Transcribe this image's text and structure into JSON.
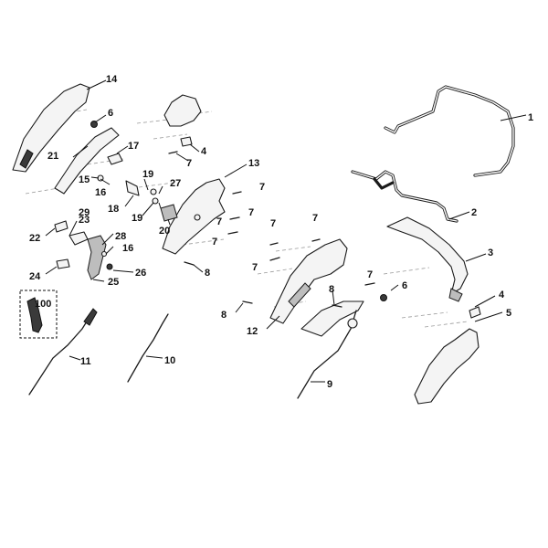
{
  "callouts": [
    {
      "id": "1",
      "label": "1"
    },
    {
      "id": "2",
      "label": "2"
    },
    {
      "id": "3",
      "label": "3"
    },
    {
      "id": "4a",
      "label": "4"
    },
    {
      "id": "4b",
      "label": "4"
    },
    {
      "id": "5",
      "label": "5"
    },
    {
      "id": "6a",
      "label": "6"
    },
    {
      "id": "6b",
      "label": "6"
    },
    {
      "id": "7a",
      "label": "7"
    },
    {
      "id": "7b",
      "label": "7"
    },
    {
      "id": "7c",
      "label": "7"
    },
    {
      "id": "7d",
      "label": "7"
    },
    {
      "id": "7e",
      "label": "7"
    },
    {
      "id": "7f",
      "label": "7"
    },
    {
      "id": "7g",
      "label": "7"
    },
    {
      "id": "7h",
      "label": "7"
    },
    {
      "id": "7i",
      "label": "7"
    },
    {
      "id": "8a",
      "label": "8"
    },
    {
      "id": "8b",
      "label": "8"
    },
    {
      "id": "8c",
      "label": "8"
    },
    {
      "id": "9",
      "label": "9"
    },
    {
      "id": "10",
      "label": "10"
    },
    {
      "id": "11",
      "label": "11"
    },
    {
      "id": "12",
      "label": "12"
    },
    {
      "id": "13",
      "label": "13"
    },
    {
      "id": "14",
      "label": "14"
    },
    {
      "id": "15",
      "label": "15"
    },
    {
      "id": "16a",
      "label": "16"
    },
    {
      "id": "16b",
      "label": "16"
    },
    {
      "id": "17",
      "label": "17"
    },
    {
      "id": "18",
      "label": "18"
    },
    {
      "id": "19a",
      "label": "19"
    },
    {
      "id": "19b",
      "label": "19"
    },
    {
      "id": "20",
      "label": "20"
    },
    {
      "id": "21",
      "label": "21"
    },
    {
      "id": "22",
      "label": "22"
    },
    {
      "id": "23",
      "label": "23"
    },
    {
      "id": "24",
      "label": "24"
    },
    {
      "id": "25",
      "label": "25"
    },
    {
      "id": "26",
      "label": "26"
    },
    {
      "id": "27",
      "label": "27"
    },
    {
      "id": "28",
      "label": "28"
    },
    {
      "id": "29",
      "label": "29"
    },
    {
      "id": "100",
      "label": "100"
    }
  ]
}
